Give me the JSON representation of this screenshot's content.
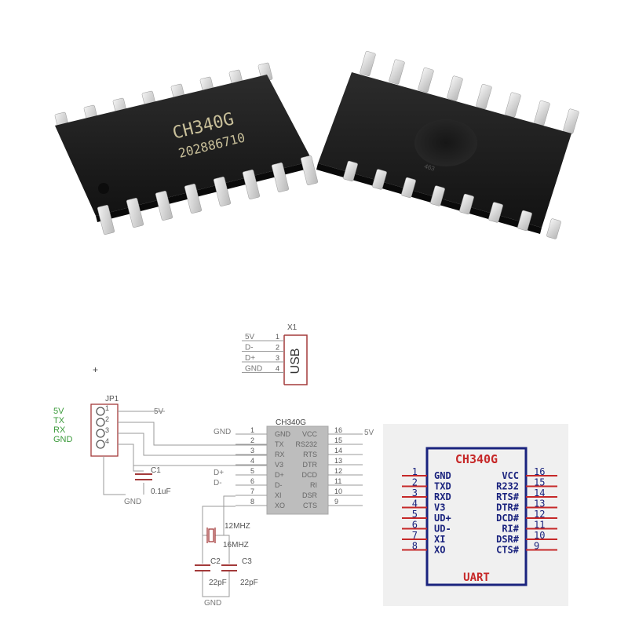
{
  "chip_left": {
    "marking_line1": "CH340G",
    "marking_line2": "202886710"
  },
  "chip_right": {
    "marking": "463"
  },
  "usb_connector": {
    "ref": "X1",
    "label": "USB",
    "pins": [
      {
        "num": "1",
        "net": "5V"
      },
      {
        "num": "2",
        "net": "D-"
      },
      {
        "num": "3",
        "net": "D+"
      },
      {
        "num": "4",
        "net": "GND"
      }
    ]
  },
  "jp1": {
    "ref": "JP1",
    "pins": [
      "1",
      "2",
      "3",
      "4"
    ],
    "signals": [
      "5V",
      "TX",
      "RX",
      "GND"
    ],
    "net_5v": "5V"
  },
  "c1": {
    "ref": "C1",
    "value": "0.1uF",
    "gnd": "GND"
  },
  "schematic_ic": {
    "ref": "CH340G",
    "left_nets": [
      "GND",
      "",
      "",
      "",
      "D+",
      "D-",
      "",
      ""
    ],
    "left_pin_numbers": [
      "1",
      "2",
      "3",
      "4",
      "5",
      "6",
      "7",
      "8"
    ],
    "left_pin_names": [
      "GND",
      "TX",
      "RX",
      "V3",
      "D+",
      "D-",
      "XI",
      "XO"
    ],
    "right_pin_names": [
      "VCC",
      "RS232",
      "RTS",
      "DTR",
      "DCD",
      "RI",
      "DSR",
      "CTS"
    ],
    "right_pin_numbers": [
      "16",
      "15",
      "14",
      "13",
      "12",
      "11",
      "10",
      "9"
    ],
    "vcc_net": "5V"
  },
  "crystal": {
    "freq1": "12MHZ",
    "freq2": "16MHZ"
  },
  "c2": {
    "ref": "C2",
    "value": "22pF"
  },
  "c3": {
    "ref": "C3",
    "value": "22pF"
  },
  "crystal_gnd": "GND",
  "pinout": {
    "title": "CH340G",
    "subtitle": "UART",
    "left": [
      {
        "num": "1",
        "name": "GND"
      },
      {
        "num": "2",
        "name": "TXD"
      },
      {
        "num": "3",
        "name": "RXD"
      },
      {
        "num": "4",
        "name": "V3"
      },
      {
        "num": "5",
        "name": "UD+"
      },
      {
        "num": "6",
        "name": "UD-"
      },
      {
        "num": "7",
        "name": "XI"
      },
      {
        "num": "8",
        "name": "XO"
      }
    ],
    "right": [
      {
        "num": "16",
        "name": "VCC"
      },
      {
        "num": "15",
        "name": "R232"
      },
      {
        "num": "14",
        "name": "RTS#"
      },
      {
        "num": "13",
        "name": "DTR#"
      },
      {
        "num": "12",
        "name": "DCD#"
      },
      {
        "num": "11",
        "name": "RI#"
      },
      {
        "num": "10",
        "name": "DSR#"
      },
      {
        "num": "9",
        "name": "CTS#"
      }
    ]
  },
  "colors": {
    "wire_gray": "#9a9a9a",
    "net_green": "#3a9a3a",
    "pin_red": "#a33a3a",
    "box_navy": "#1a237e",
    "pinout_red": "#c62828"
  }
}
